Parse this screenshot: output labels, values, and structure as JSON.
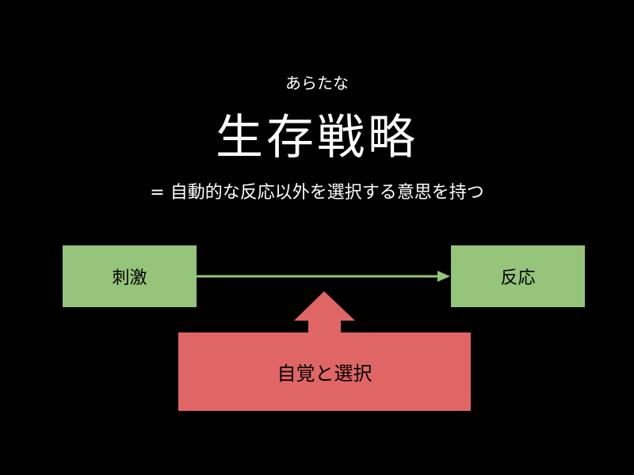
{
  "slide": {
    "ruby": "あらたな",
    "title": "生存戦略",
    "subtitle": "= 自動的な反応以外を選択する意思を持つ"
  },
  "diagram": {
    "stimulus_label": "刺激",
    "response_label": "反応",
    "choice_label": "自覚と選択"
  },
  "colors": {
    "background": "#000000",
    "text": "#ffffff",
    "green_box": "#95c47a",
    "red_box": "#e06666",
    "arrow": "#95c47a"
  }
}
